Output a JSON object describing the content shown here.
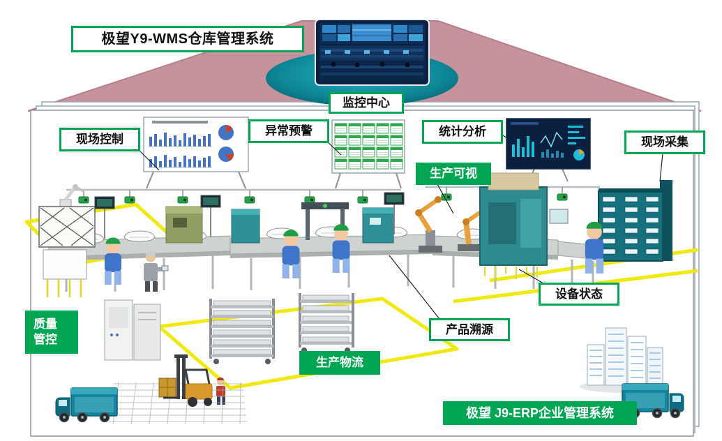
{
  "banners": {
    "wms": "极望Y9-WMS仓库管理系统",
    "erp": "极望 J9-ERP企业管理系统"
  },
  "labels": {
    "monitoring_center": "监控中心",
    "field_control": "现场控制",
    "abnormal_alert": "异常预警",
    "statistical_analysis": "统计分析",
    "production_visibility": "生产可视",
    "field_collection": "现场采集",
    "equipment_status": "设备状态",
    "product_tracing": "产品溯源",
    "production_logistics": "生产物流",
    "quality_control": [
      "质量",
      "管控"
    ]
  },
  "colors": {
    "accent_green": "#00a651",
    "ellipse_teal": "#0d8494",
    "roof_pink": "#c6929c",
    "path_yellow": "#f0e800"
  }
}
